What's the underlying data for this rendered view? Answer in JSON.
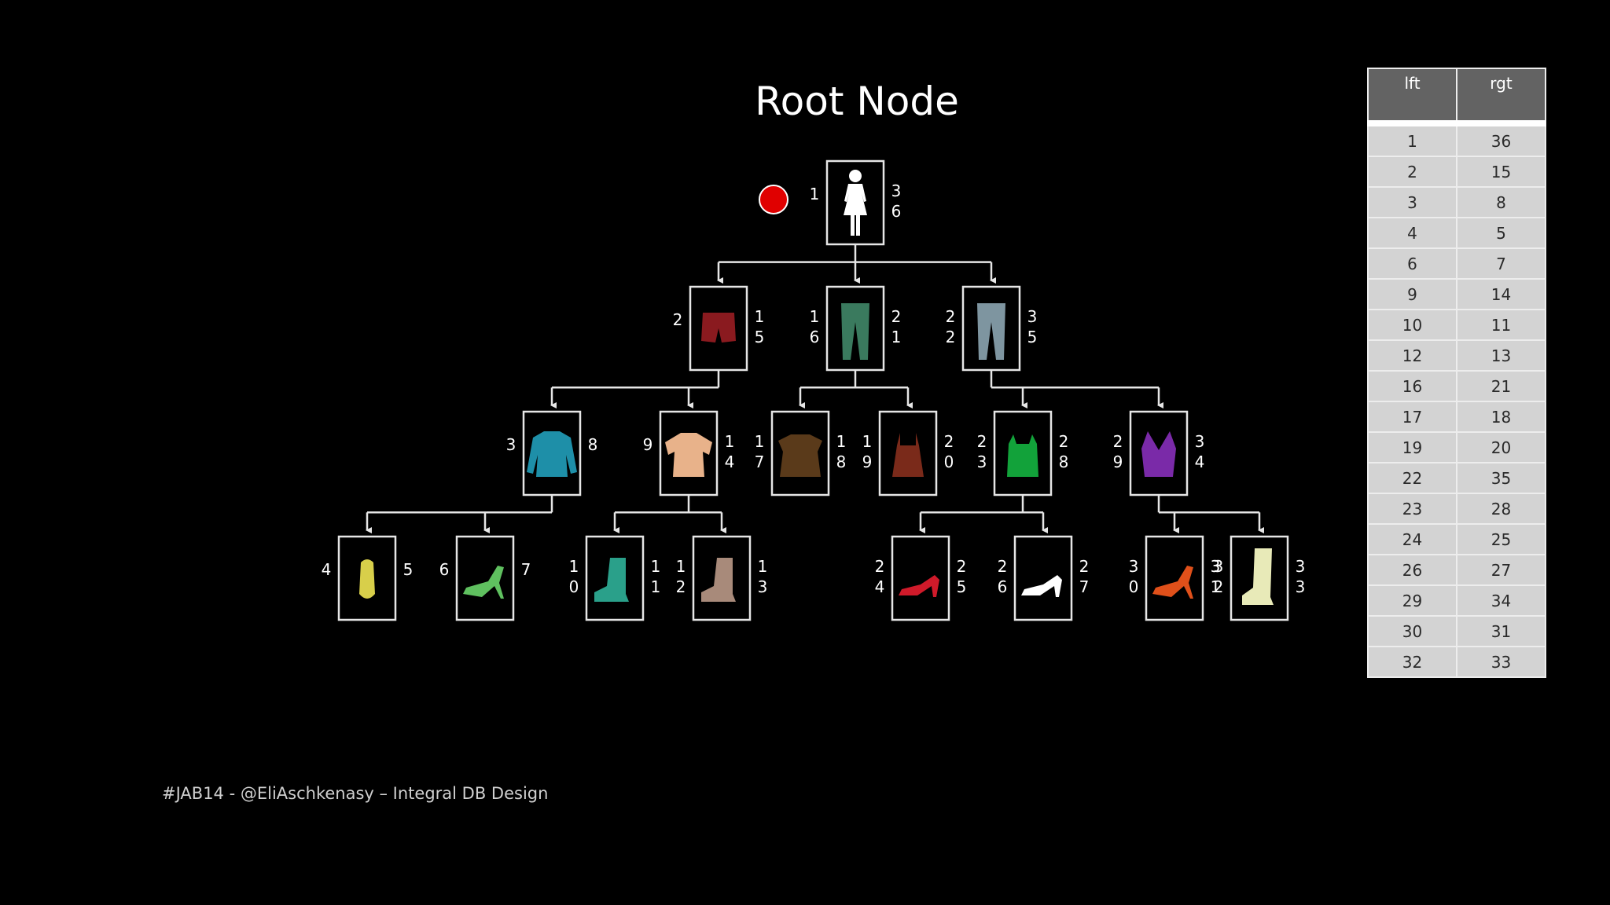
{
  "title": "Root Node",
  "footer": "#JAB14 - @EliAschkenasy – Integral DB Design",
  "table": {
    "headers": [
      "lft",
      "rgt"
    ],
    "rows": [
      [
        "1",
        "36"
      ],
      [
        "2",
        "15"
      ],
      [
        "3",
        "8"
      ],
      [
        "4",
        "5"
      ],
      [
        "6",
        "7"
      ],
      [
        "9",
        "14"
      ],
      [
        "10",
        "11"
      ],
      [
        "12",
        "13"
      ],
      [
        "16",
        "21"
      ],
      [
        "17",
        "18"
      ],
      [
        "19",
        "20"
      ],
      [
        "22",
        "35"
      ],
      [
        "23",
        "28"
      ],
      [
        "24",
        "25"
      ],
      [
        "26",
        "27"
      ],
      [
        "29",
        "34"
      ],
      [
        "30",
        "31"
      ],
      [
        "32",
        "33"
      ]
    ]
  },
  "pointer": {
    "node": "root",
    "color": "#e00000"
  },
  "tree": {
    "nodes": [
      {
        "id": "root",
        "lft": "1",
        "rgt": "36",
        "icon": "woman-icon",
        "color": "#ffffff"
      },
      {
        "id": "shorts",
        "lft": "2",
        "rgt": "15",
        "icon": "shorts-icon",
        "color": "#8a1a1f",
        "parent": "root"
      },
      {
        "id": "green-pants",
        "lft": "16",
        "rgt": "21",
        "icon": "pants-icon",
        "color": "#3a7a5e",
        "parent": "root"
      },
      {
        "id": "grey-pants",
        "lft": "22",
        "rgt": "35",
        "icon": "pants-icon",
        "color": "#7e95a0",
        "parent": "root"
      },
      {
        "id": "blue-top",
        "lft": "3",
        "rgt": "8",
        "icon": "long-sleeve-top-icon",
        "color": "#1e8fa8",
        "parent": "shorts"
      },
      {
        "id": "peach-top",
        "lft": "9",
        "rgt": "14",
        "icon": "blouse-icon",
        "color": "#e8b28a",
        "parent": "shorts"
      },
      {
        "id": "brown-top",
        "lft": "17",
        "rgt": "18",
        "icon": "ruffle-top-icon",
        "color": "#5a3a1a",
        "parent": "green-pants"
      },
      {
        "id": "rust-top",
        "lft": "19",
        "rgt": "20",
        "icon": "camisole-icon",
        "color": "#7a2a1a",
        "parent": "green-pants"
      },
      {
        "id": "green-top",
        "lft": "23",
        "rgt": "28",
        "icon": "tank-top-icon",
        "color": "#12a23a",
        "parent": "grey-pants"
      },
      {
        "id": "purple-top",
        "lft": "29",
        "rgt": "34",
        "icon": "halter-top-icon",
        "color": "#7a2aa8",
        "parent": "grey-pants"
      },
      {
        "id": "flip-flop",
        "lft": "4",
        "rgt": "5",
        "icon": "flip-flop-icon",
        "color": "#d8cf4a",
        "parent": "blue-top"
      },
      {
        "id": "green-sandal",
        "lft": "6",
        "rgt": "7",
        "icon": "heel-sandal-icon",
        "color": "#5fc05f",
        "parent": "blue-top"
      },
      {
        "id": "teal-boot",
        "lft": "10",
        "rgt": "11",
        "icon": "ankle-boot-icon",
        "color": "#2aa08a",
        "parent": "peach-top"
      },
      {
        "id": "taupe-boot",
        "lft": "12",
        "rgt": "13",
        "icon": "ankle-boot-icon",
        "color": "#a88a7a",
        "parent": "peach-top"
      },
      {
        "id": "red-heel",
        "lft": "24",
        "rgt": "25",
        "icon": "heel-icon",
        "color": "#d01a2a",
        "parent": "green-top"
      },
      {
        "id": "white-heel",
        "lft": "26",
        "rgt": "27",
        "icon": "heel-icon",
        "color": "#ffffff",
        "parent": "green-top"
      },
      {
        "id": "orange-heel",
        "lft": "30",
        "rgt": "31",
        "icon": "heel-sandal-icon",
        "color": "#e0501a",
        "parent": "purple-top"
      },
      {
        "id": "cream-boot",
        "lft": "32",
        "rgt": "33",
        "icon": "tall-boot-icon",
        "color": "#e8eab8",
        "parent": "purple-top"
      }
    ]
  }
}
